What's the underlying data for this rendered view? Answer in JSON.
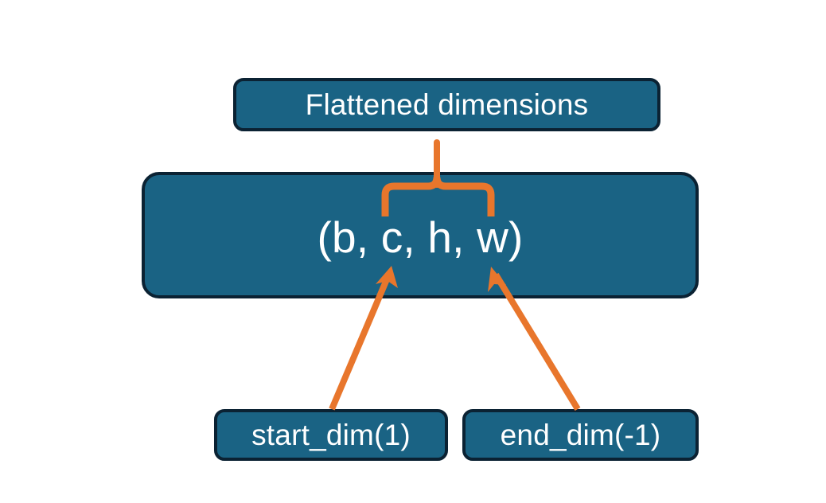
{
  "diagram": {
    "title": "Flatten dimensions diagram",
    "background_color": "#ffffff",
    "node_fill_color": "#1a6384",
    "node_border_color": "#0b2233",
    "node_text_color": "#ffffff",
    "connector_color": "#e8762c",
    "nodes": {
      "flattened": {
        "label": "Flattened dimensions"
      },
      "shape": {
        "label": "(b, c, h, w)"
      },
      "start_dim": {
        "label": "start_dim(1)"
      },
      "end_dim": {
        "label": "end_dim(-1)"
      }
    },
    "connectors": [
      {
        "name": "brace-flattened-to-shape",
        "type": "curly-brace",
        "from": "shape",
        "to": "flattened"
      },
      {
        "name": "arrow-start-dim-to-c",
        "type": "arrow",
        "from": "start_dim",
        "to": "shape"
      },
      {
        "name": "arrow-end-dim-to-w",
        "type": "arrow",
        "from": "end_dim",
        "to": "shape"
      }
    ]
  }
}
